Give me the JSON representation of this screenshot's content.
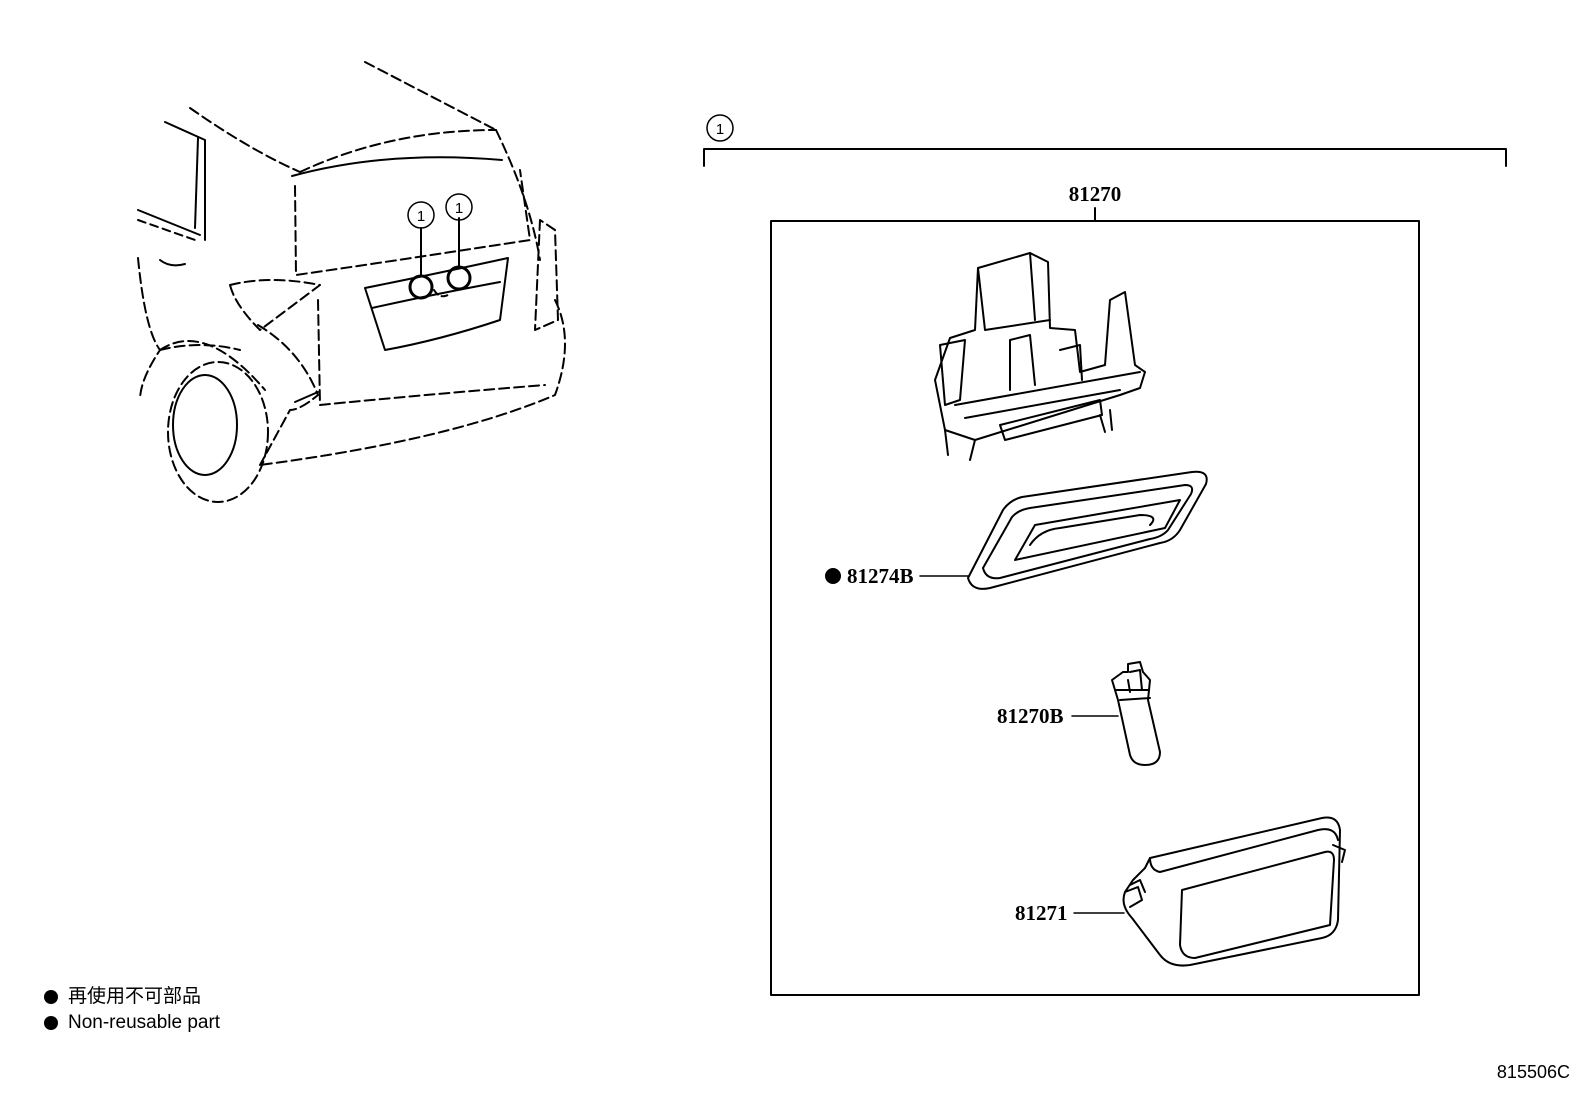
{
  "callout_marker": "1",
  "assembly": {
    "number": "81270",
    "parts": [
      {
        "number": "81274B",
        "non_reusable": true
      },
      {
        "number": "81270B",
        "non_reusable": false
      },
      {
        "number": "81271",
        "non_reusable": false
      }
    ]
  },
  "legend": {
    "symbol": "●",
    "japanese": "再使用不可部品",
    "english": "Non-reusable part"
  },
  "illustration_code": "815506C"
}
